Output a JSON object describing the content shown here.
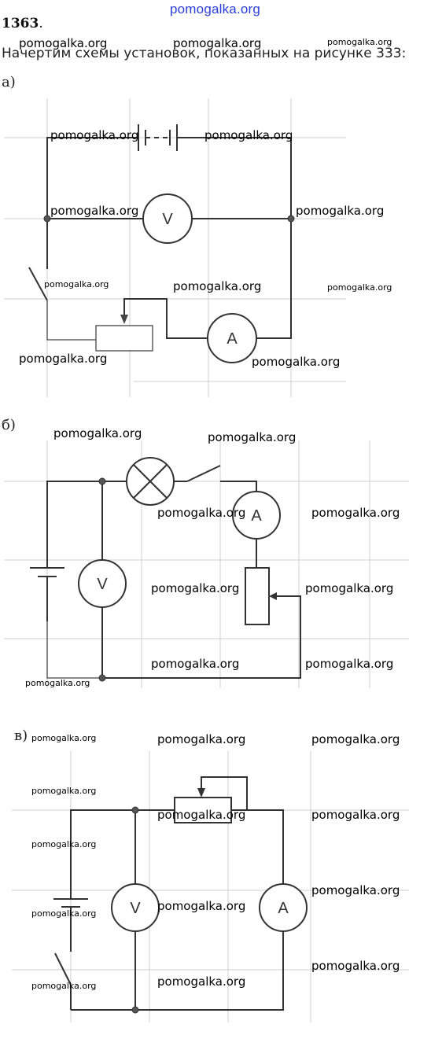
{
  "watermark_top": "pomogalka.org",
  "problem_number": "1363",
  "problem_number_suffix": ".",
  "intro_text": "Начертим схемы установок, показанных на рисунке 333:",
  "parts": {
    "a": {
      "label": "а)"
    },
    "b": {
      "label": "б)"
    },
    "v": {
      "label": "в)"
    }
  },
  "watermark": "pomogalka.org",
  "meters": {
    "voltmeter": "V",
    "ammeter": "A"
  }
}
